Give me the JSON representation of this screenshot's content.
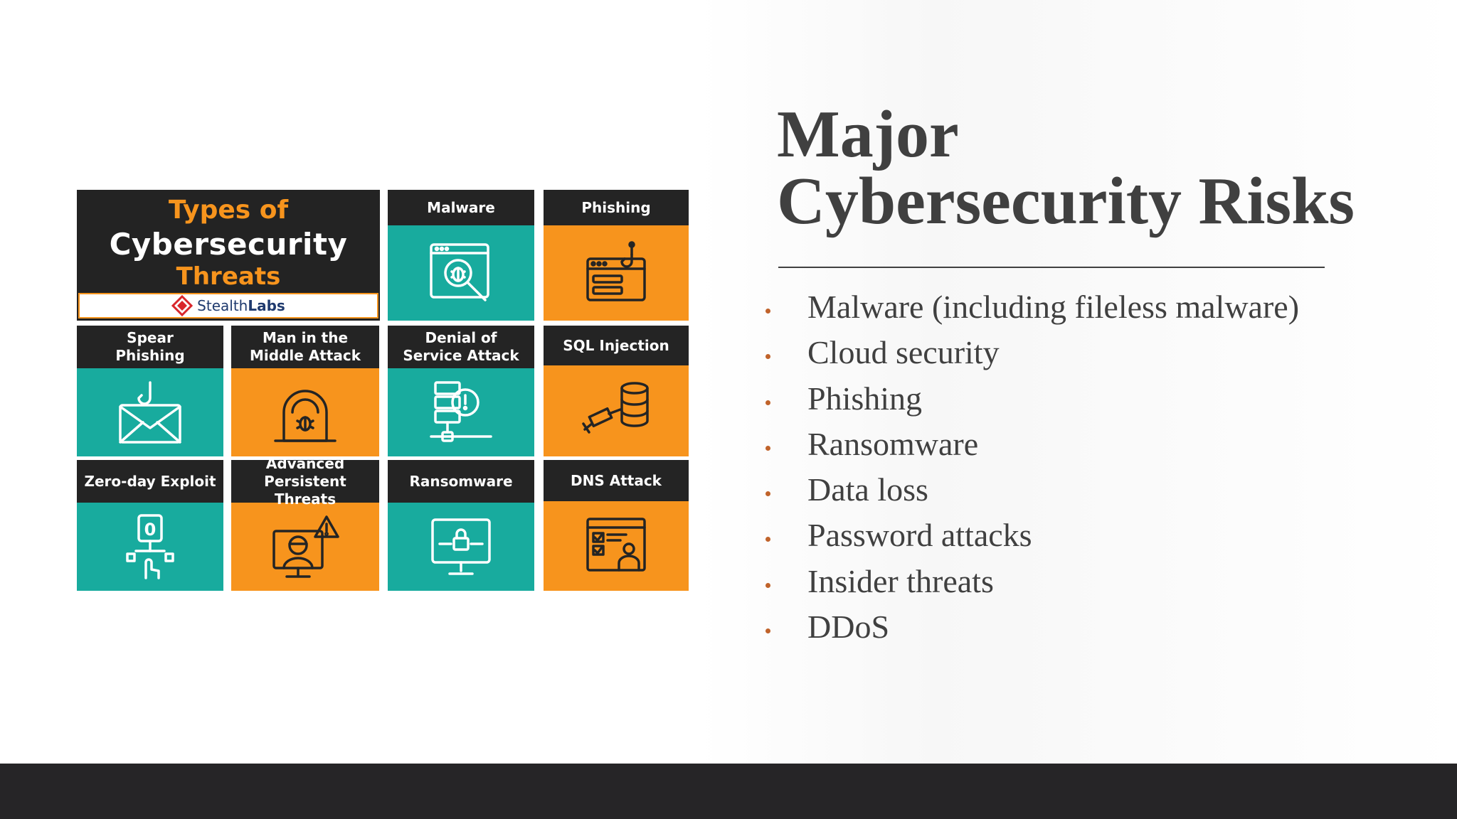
{
  "infographic": {
    "title_line1": "Types of",
    "title_line2": "Cybersecurity",
    "title_line3": "Threats",
    "brand_regular": "Stealth",
    "brand_bold": "Labs",
    "tiles": [
      {
        "label": "Malware",
        "icon": "computer-bug-magnifier-icon",
        "color": "teal"
      },
      {
        "label": "Phishing",
        "icon": "hook-browser-window-icon",
        "color": "orange"
      },
      {
        "label": "Spear\nPhishing",
        "icon": "hooked-envelope-icon",
        "color": "teal"
      },
      {
        "label": "Man in the\nMiddle Attack",
        "icon": "bug-on-laptop-icon",
        "color": "orange"
      },
      {
        "label": "Denial of\nService Attack",
        "icon": "server-warning-icon",
        "color": "teal"
      },
      {
        "label": "SQL Injection",
        "icon": "syringe-database-icon",
        "color": "orange"
      },
      {
        "label": "Zero-day Exploit",
        "icon": "zero-phone-hand-icon",
        "color": "teal"
      },
      {
        "label": "Advanced\nPersistent Threats",
        "icon": "hacker-monitor-warning-icon",
        "color": "orange"
      },
      {
        "label": "Ransomware",
        "icon": "locked-monitor-icon",
        "color": "teal"
      },
      {
        "label": "DNS Attack",
        "icon": "dns-browser-person-icon",
        "color": "orange"
      }
    ]
  },
  "heading": {
    "line1": "Major",
    "line2": "Cybersecurity Risks"
  },
  "risks": [
    "Malware (including fileless malware)",
    "Cloud security",
    "Phishing",
    "Ransomware",
    "Data loss",
    "Password attacks",
    "Insider threats",
    "DDoS"
  ],
  "colors": {
    "teal": "#18ab9e",
    "orange": "#f7941d",
    "dark": "#242424",
    "text": "#404040",
    "bullet": "#c0632b",
    "bottom_bar": "#262527"
  }
}
